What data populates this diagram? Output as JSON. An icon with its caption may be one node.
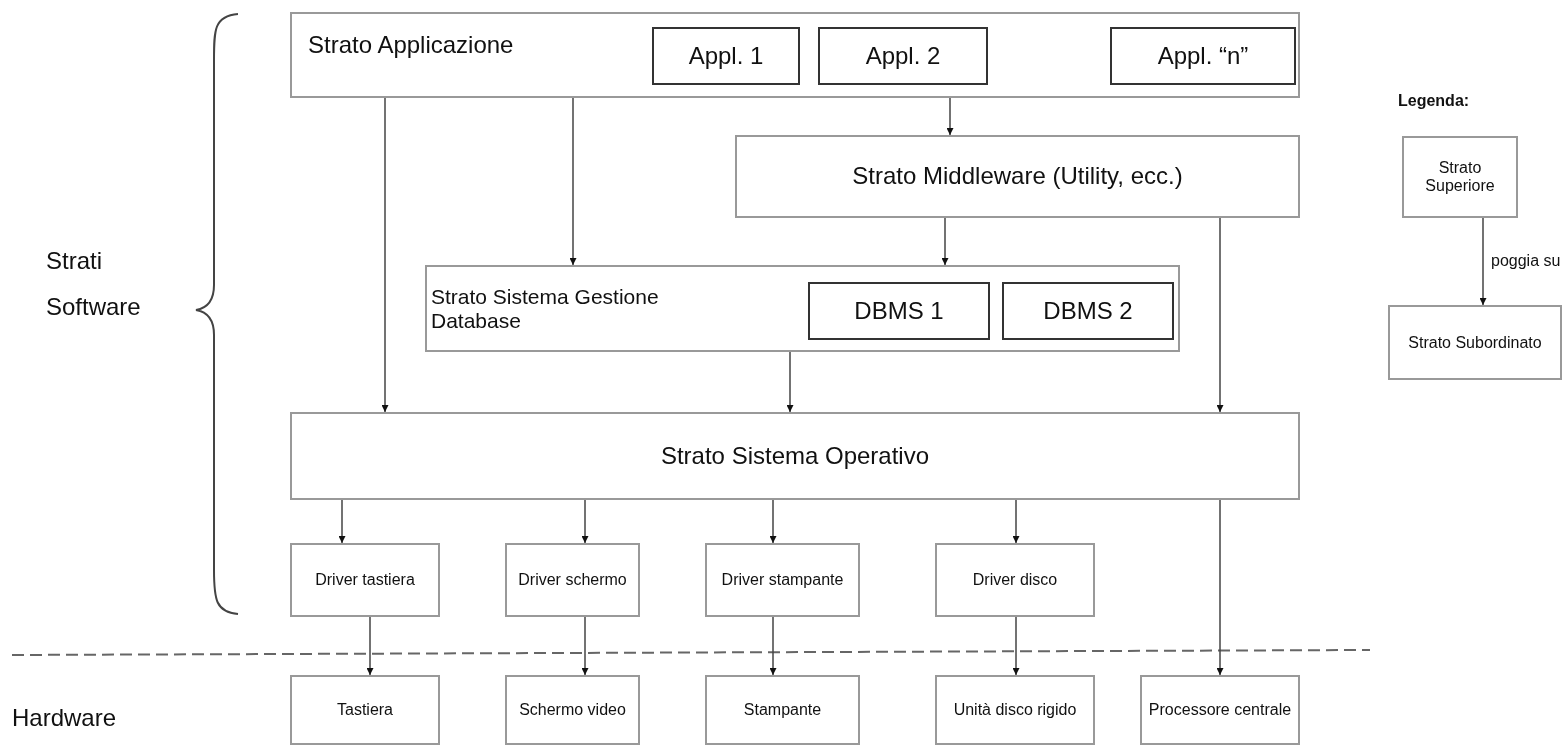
{
  "diagram": {
    "nodes": [
      {
        "text": [
          "Strato Applicazione"
        ]
      },
      {
        "text": [
          "Appl. 1"
        ],
        "in": 0
      },
      {
        "text": [
          "Appl. 2"
        ],
        "in": 0
      },
      {
        "text": [
          "Appl. “n”"
        ],
        "in": 0
      },
      {
        "text": [
          "Strato Middleware (Utility, ecc.)"
        ]
      },
      {
        "text": [
          "Strato Sistema Gestione Database"
        ]
      },
      {
        "text": [
          "DBMS 1"
        ],
        "in": 5
      },
      {
        "text": [
          "DBMS 2"
        ],
        "in": 5
      },
      {
        "text": [
          "Strato Sistema Operativo"
        ]
      },
      {
        "text": [
          "Driver tastiera"
        ]
      },
      {
        "text": [
          "Driver schermo"
        ]
      },
      {
        "text": [
          "Driver stampante"
        ]
      },
      {
        "text": [
          "Driver disco"
        ]
      },
      {
        "text": [
          "Tastiera"
        ]
      },
      {
        "text": [
          "Schermo video"
        ]
      },
      {
        "text": [
          "Stampante"
        ]
      },
      {
        "text": [
          "Unità disco rigido"
        ]
      },
      {
        "text": [
          "Processore centrale"
        ]
      },
      {
        "text": [
          "Strato Superiore"
        ]
      },
      {
        "text": [
          "Strato Subordinato"
        ]
      }
    ],
    "edges": [
      {
        "from": 0,
        "to": 8,
        "arrow": "to"
      },
      {
        "from": 0,
        "to": 5,
        "arrow": "to"
      },
      {
        "from": 0,
        "to": 4,
        "arrow": "to"
      },
      {
        "from": 4,
        "to": 5,
        "arrow": "to"
      },
      {
        "from": 4,
        "to": 8,
        "arrow": "to"
      },
      {
        "from": 5,
        "to": 8,
        "arrow": "to"
      },
      {
        "from": 8,
        "to": 9,
        "arrow": "to"
      },
      {
        "from": 8,
        "to": 10,
        "arrow": "to"
      },
      {
        "from": 8,
        "to": 11,
        "arrow": "to"
      },
      {
        "from": 8,
        "to": 12,
        "arrow": "to"
      },
      {
        "from": 8,
        "to": 17,
        "arrow": "to"
      },
      {
        "from": 9,
        "to": 13,
        "arrow": "to"
      },
      {
        "from": 10,
        "to": 14,
        "arrow": "to"
      },
      {
        "from": 11,
        "to": 15,
        "arrow": "to"
      },
      {
        "from": 12,
        "to": 16,
        "arrow": "to"
      },
      {
        "from": 18,
        "to": 19,
        "arrow": "to",
        "label": "poggia su"
      }
    ],
    "labels": [
      "Legenda:",
      "Strati Software",
      "Hardware"
    ]
  }
}
